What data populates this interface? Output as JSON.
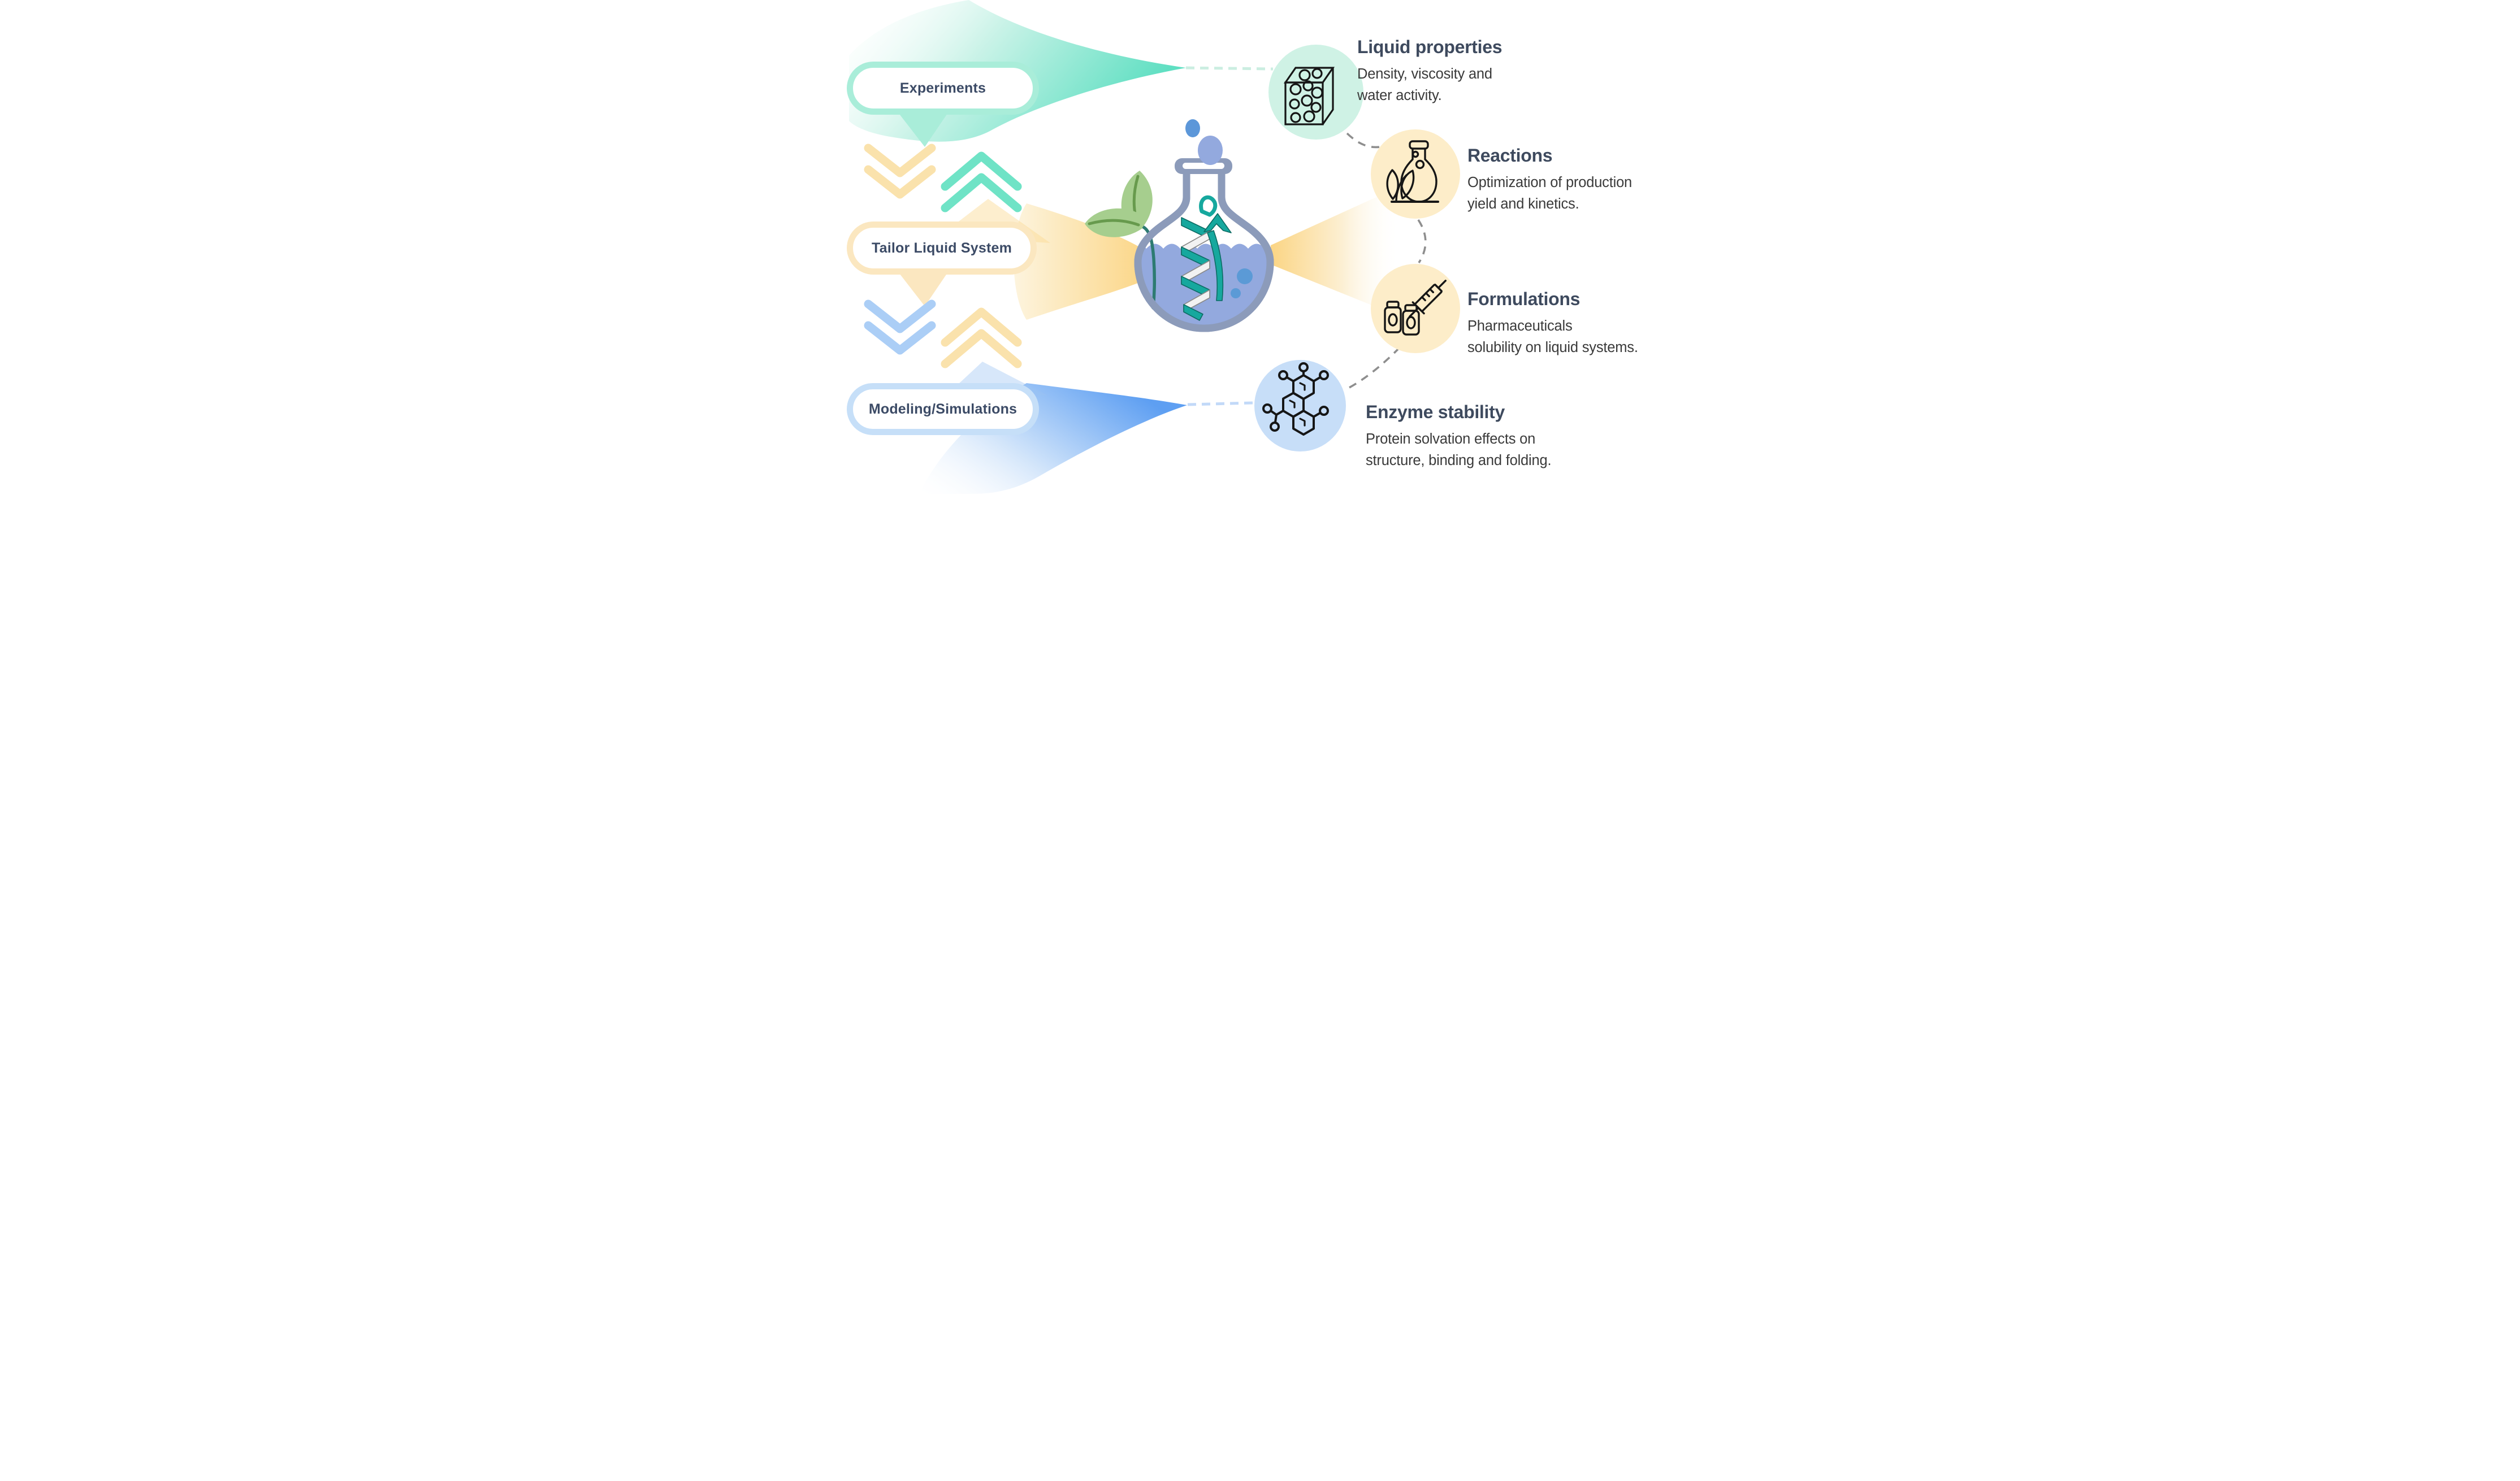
{
  "palette": {
    "teal_accent": "#5FDFC2",
    "teal_soft": "#A9EDD9",
    "orange_accent": "#FBD584",
    "orange_soft": "#FBE7C0",
    "blue_accent": "#5E9FF2",
    "blue_soft": "#C6DFF8",
    "heading_text": "#3E4A5E",
    "body_text": "#3A3A3A",
    "flask_outline": "#8C9BBA",
    "liquid_blue": "#93A9DE",
    "protein_teal": "#16A89E",
    "leaf_green": "#A6CE8E",
    "connector_gray": "#8E8E8E"
  },
  "stages": [
    {
      "id": "experiments",
      "label": "Experiments",
      "accent": "#A9EDD9"
    },
    {
      "id": "tailor-liquid-system",
      "label": "Tailor Liquid System",
      "accent": "#FBE7C0"
    },
    {
      "id": "modeling-simulations",
      "label": "Modeling/Simulations",
      "accent": "#C6DFF8"
    }
  ],
  "center": {
    "icon": "round-bottom-flask-with-protein-helix-and-leaves"
  },
  "outcomes": [
    {
      "id": "liquid-properties",
      "title": "Liquid properties",
      "lines": [
        "Density, viscosity and",
        "water activity."
      ],
      "icon": "molecule-box-icon",
      "circle_color": "#CFF2E5"
    },
    {
      "id": "reactions",
      "title": "Reactions",
      "lines": [
        "Optimization of production",
        "yield and kinetics."
      ],
      "icon": "flask-plant-icon",
      "circle_color": "#FDEDC9"
    },
    {
      "id": "formulations",
      "title": "Formulations",
      "lines": [
        "Pharmaceuticals",
        "solubility on liquid systems."
      ],
      "icon": "syringe-vials-icon",
      "circle_color": "#FDEDC9"
    },
    {
      "id": "enzyme-stability",
      "title": "Enzyme stability",
      "lines": [
        "Protein solvation effects on",
        "structure, binding and folding."
      ],
      "icon": "molecule-icon",
      "circle_color": "#C7DEF8"
    }
  ]
}
